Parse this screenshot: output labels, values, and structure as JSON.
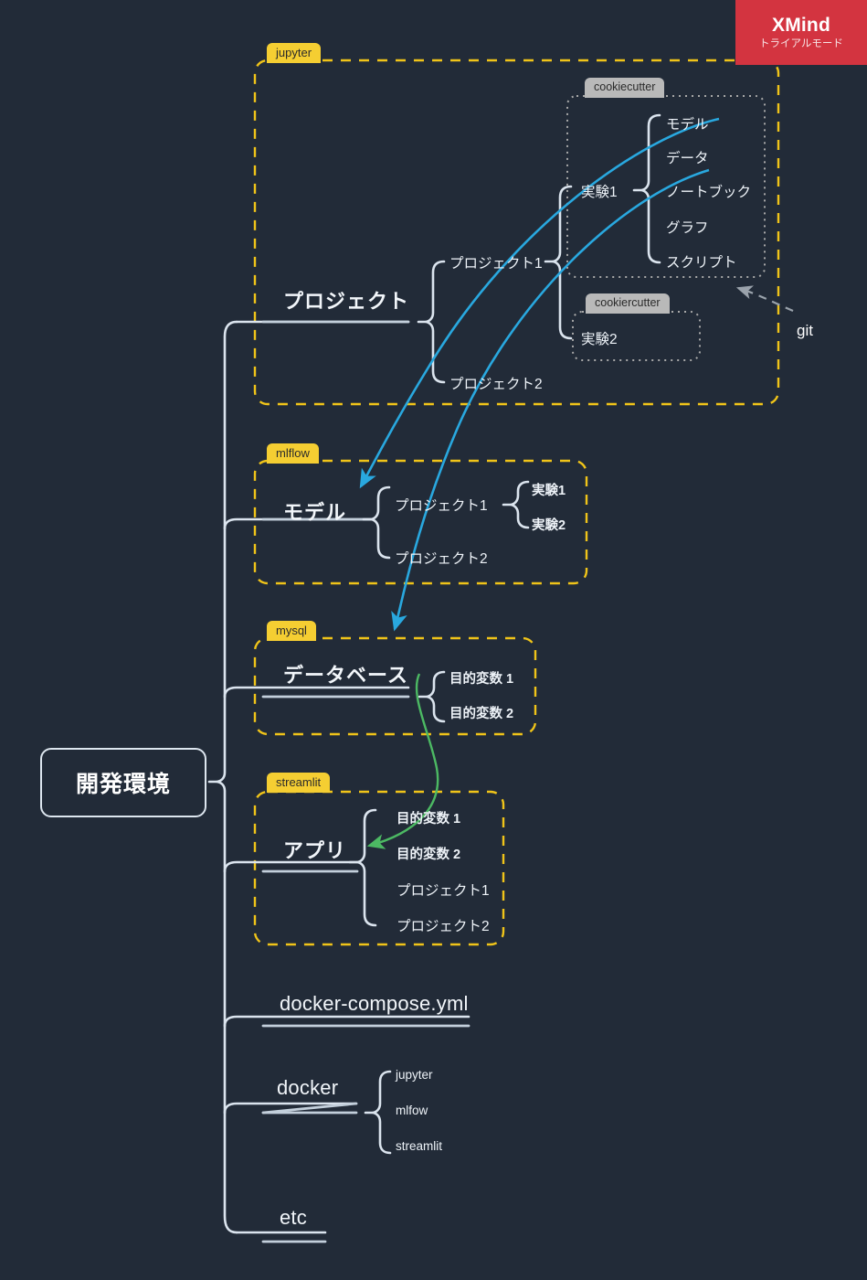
{
  "watermark": {
    "title": "XMind",
    "subtitle": "トライアルモード",
    "color": "#d33440"
  },
  "canvas": {
    "background": "#222b38",
    "line_color": "#dbe4ee",
    "container_border": "#f0c419",
    "dotted_border": "#a8a8a8",
    "blue_relation": "#29a8df",
    "green_relation": "#4cb963",
    "gray_relation": "#9aa2ab"
  },
  "root": {
    "label": "開発環境"
  },
  "containers": [
    {
      "name": "jupyter",
      "tag": "jupyter",
      "style": "yellow"
    },
    {
      "name": "mlflow",
      "tag": "mlflow",
      "style": "yellow"
    },
    {
      "name": "mysql",
      "tag": "mysql",
      "style": "yellow"
    },
    {
      "name": "streamlit",
      "tag": "streamlit",
      "style": "yellow"
    },
    {
      "name": "cookiecutter",
      "tag": "cookiecutter",
      "style": "gray"
    },
    {
      "name": "cookiercutter",
      "tag": "cookiercutter",
      "style": "gray"
    }
  ],
  "branches": {
    "project": {
      "title": "プロジェクト",
      "children": [
        {
          "label": "プロジェクト1"
        },
        {
          "label": "プロジェクト2"
        }
      ],
      "experiment1": "実験1",
      "experiment2": "実験2",
      "cookiecutter_items": [
        "モデル",
        "データ",
        "ノートブック",
        "グラフ",
        "スクリプト"
      ]
    },
    "model": {
      "title": "モデル",
      "children": [
        {
          "label": "プロジェクト1"
        },
        {
          "label": "プロジェクト2"
        }
      ],
      "experiments": [
        "実験1",
        "実験2"
      ]
    },
    "database": {
      "title": "データベース",
      "children": [
        {
          "label": "目的変数 1"
        },
        {
          "label": "目的変数 2"
        }
      ]
    },
    "app": {
      "title": "アプリ",
      "children": [
        {
          "label": "目的変数 1"
        },
        {
          "label": "目的変数 2"
        },
        {
          "label": "プロジェクト1"
        },
        {
          "label": "プロジェクト2"
        }
      ]
    },
    "docker_compose": {
      "title": "docker-compose.yml"
    },
    "docker": {
      "title": "docker",
      "children": [
        {
          "label": "jupyter"
        },
        {
          "label": "mlfow"
        },
        {
          "label": "streamlit"
        }
      ]
    },
    "etc": {
      "title": "etc"
    }
  },
  "relations": {
    "git": "git"
  }
}
